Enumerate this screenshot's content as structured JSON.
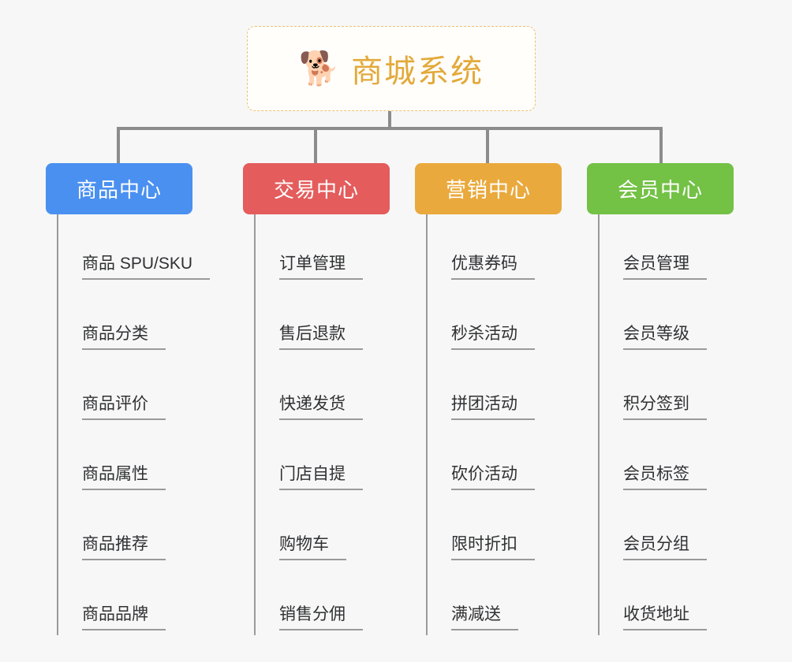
{
  "root": {
    "icon": "shiba-dog-icon",
    "icon_glyph": "🐕",
    "title": "商城系统"
  },
  "colors": {
    "background": "#f7f7f7",
    "root_text": "#e3a93a",
    "root_border": "#f0c070",
    "connector": "#8c8c8c",
    "item_line": "#9a9a9a",
    "item_text": "#303133",
    "category_1": "#4a90f0",
    "category_2": "#e45c5c",
    "category_3": "#eaa93c",
    "category_4": "#73c145"
  },
  "categories": [
    {
      "label": "商品中心",
      "color": "#4a90f0",
      "items": [
        {
          "label": "商品 SPU/SKU"
        },
        {
          "label": "商品分类"
        },
        {
          "label": "商品评价"
        },
        {
          "label": "商品属性"
        },
        {
          "label": "商品推荐"
        },
        {
          "label": "商品品牌"
        }
      ]
    },
    {
      "label": "交易中心",
      "color": "#e45c5c",
      "items": [
        {
          "label": "订单管理"
        },
        {
          "label": "售后退款"
        },
        {
          "label": "快递发货"
        },
        {
          "label": "门店自提"
        },
        {
          "label": "购物车"
        },
        {
          "label": "销售分佣"
        }
      ]
    },
    {
      "label": "营销中心",
      "color": "#eaa93c",
      "items": [
        {
          "label": "优惠券码"
        },
        {
          "label": "秒杀活动"
        },
        {
          "label": "拼团活动"
        },
        {
          "label": "砍价活动"
        },
        {
          "label": "限时折扣"
        },
        {
          "label": "满减送"
        }
      ]
    },
    {
      "label": "会员中心",
      "color": "#73c145",
      "items": [
        {
          "label": "会员管理"
        },
        {
          "label": "会员等级"
        },
        {
          "label": "积分签到"
        },
        {
          "label": "会员标签"
        },
        {
          "label": "会员分组"
        },
        {
          "label": "收货地址"
        }
      ]
    }
  ]
}
